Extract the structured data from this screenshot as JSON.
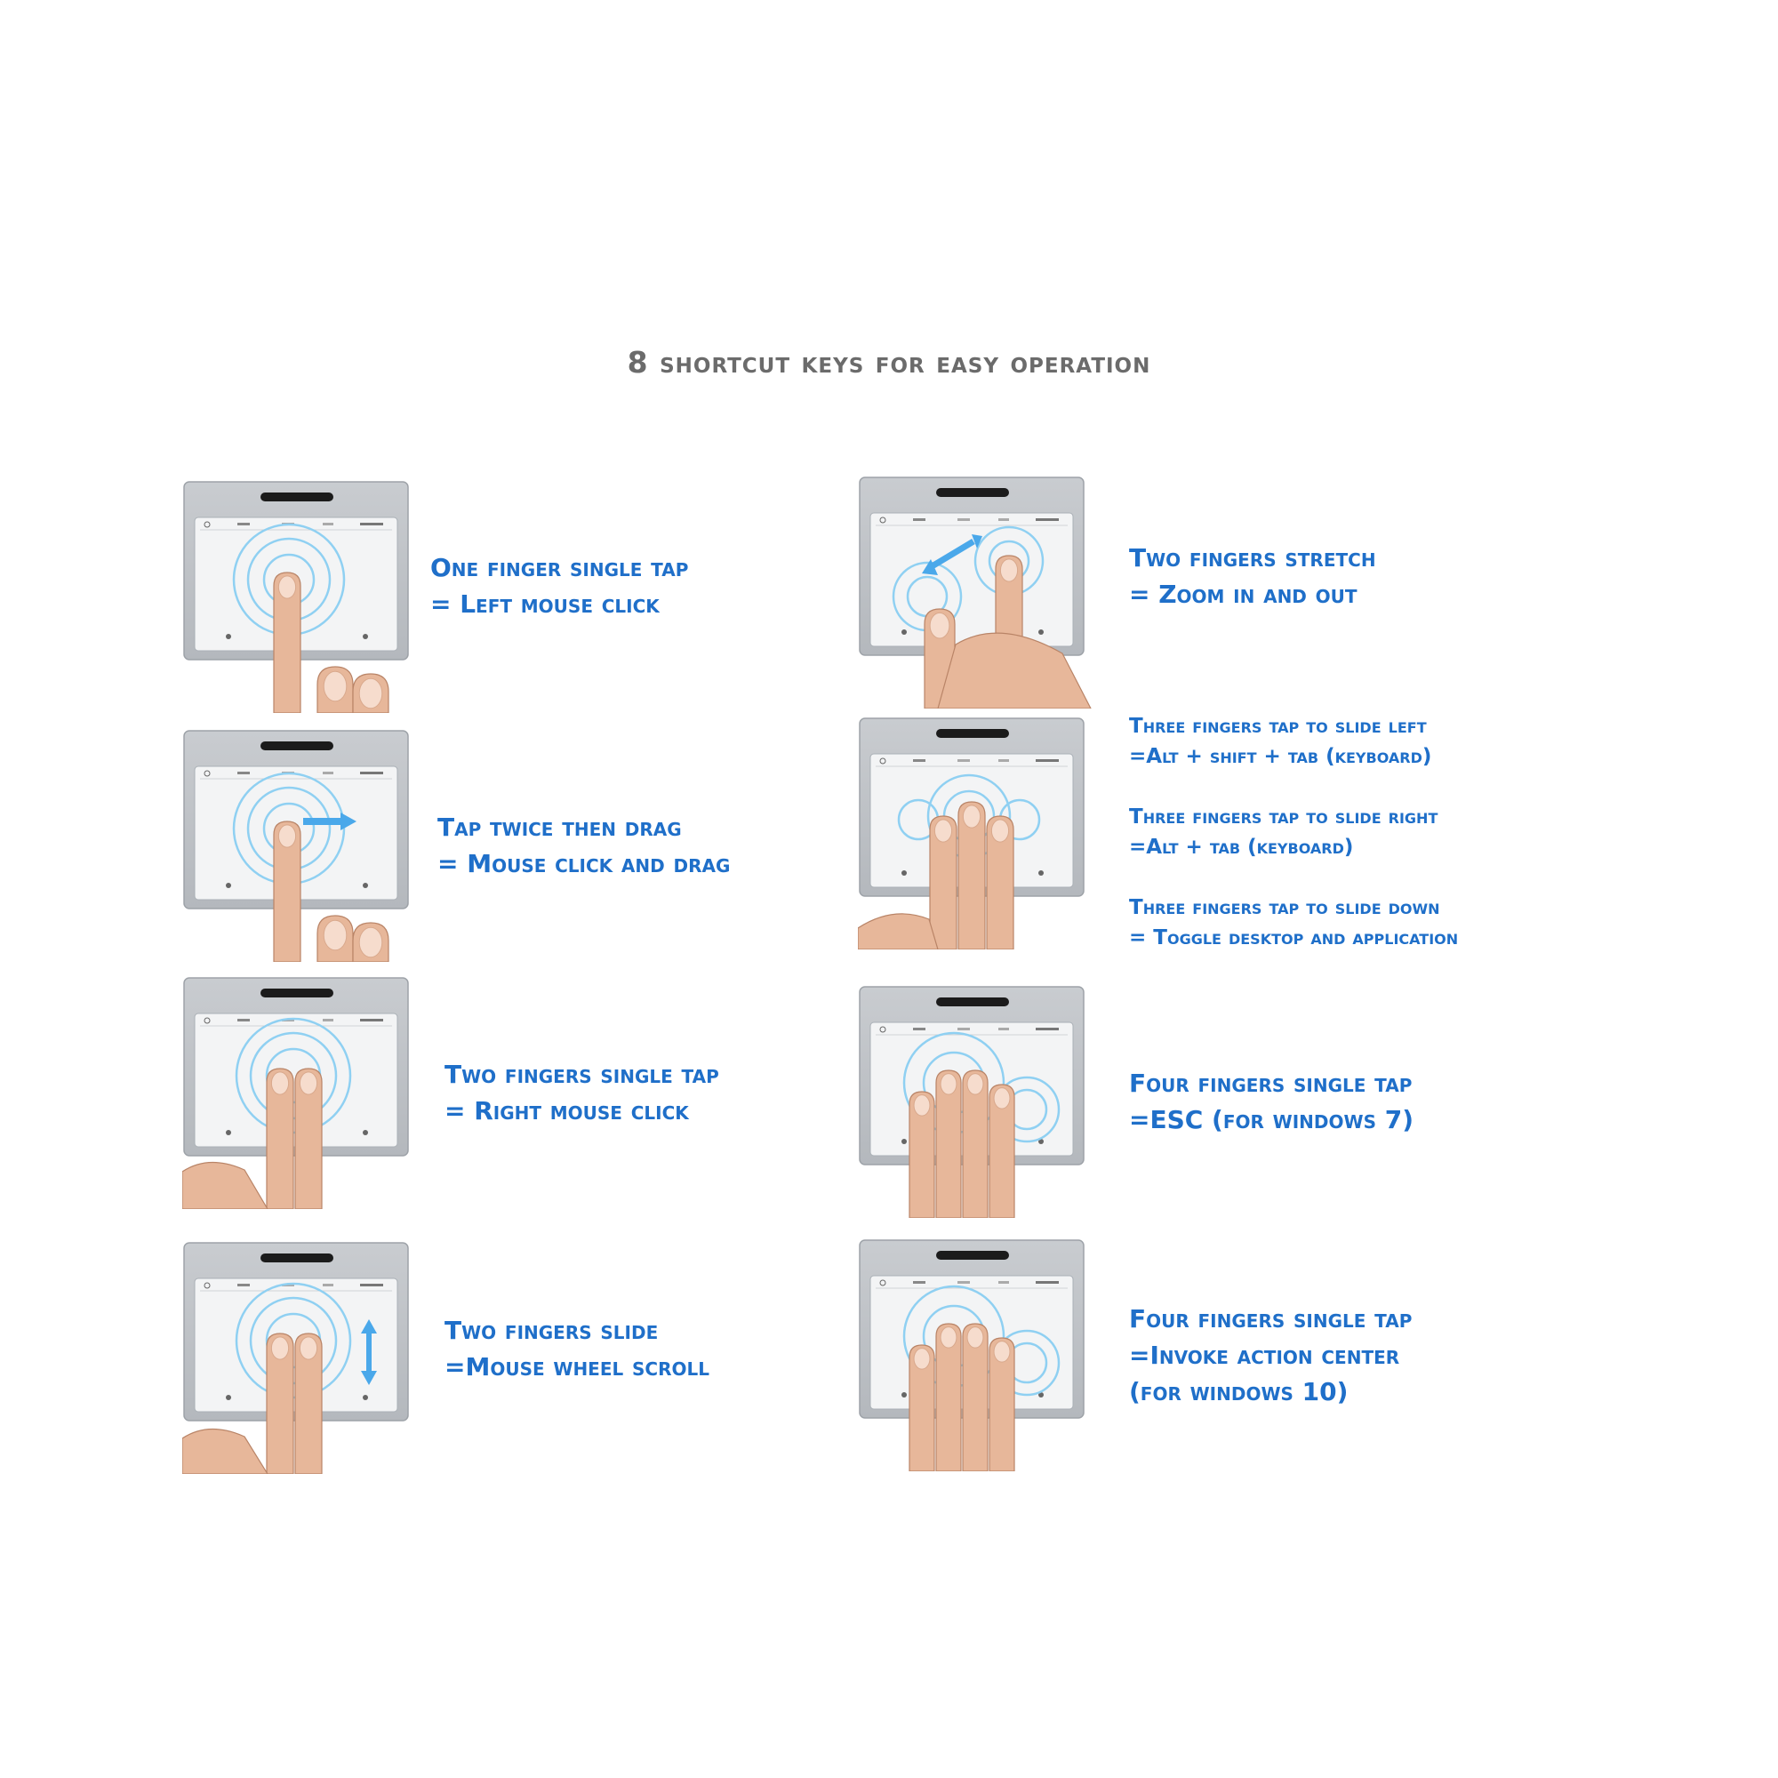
{
  "title": "8 shortcut keys for easy operation",
  "colors": {
    "caption": "#1f6fc9",
    "title": "#6b6b6b",
    "ring": "#8fd0f2",
    "arrow": "#4aa8ea"
  },
  "gestures": [
    {
      "id": "one-finger-tap",
      "icon": "one-finger-tap-icon",
      "lines": [
        "One finger single tap",
        "= Left  mouse click"
      ]
    },
    {
      "id": "tap-twice-drag",
      "icon": "tap-drag-icon",
      "lines": [
        "Tap twice then drag",
        "= Mouse click and drag"
      ]
    },
    {
      "id": "two-finger-tap",
      "icon": "two-finger-tap-icon",
      "lines": [
        "Two fingers single tap",
        "= Right mouse click"
      ]
    },
    {
      "id": "two-finger-slide",
      "icon": "two-finger-scroll-icon",
      "lines": [
        "Two fingers slide",
        "=Mouse wheel scroll"
      ]
    },
    {
      "id": "two-finger-stretch",
      "icon": "pinch-zoom-icon",
      "lines": [
        "Two fingers stretch",
        "= Zoom in and out"
      ]
    },
    {
      "id": "three-finger",
      "icon": "three-finger-tap-icon",
      "lines": [
        "Three fingers tap to slide left",
        "=Alt + shift + tab (keyboard)",
        "Three fingers tap to slide right",
        "=Alt + tab (keyboard)",
        "Three fingers tap to slide down",
        "= Toggle desktop and application"
      ]
    },
    {
      "id": "four-finger-esc",
      "icon": "four-finger-tap-icon",
      "lines": [
        "Four fingers single tap",
        "=ESC (for windows 7)"
      ]
    },
    {
      "id": "four-finger-action",
      "icon": "four-finger-tap-icon",
      "lines": [
        "Four fingers single tap",
        "=Invoke action center",
        "(for windows 10)"
      ]
    }
  ]
}
